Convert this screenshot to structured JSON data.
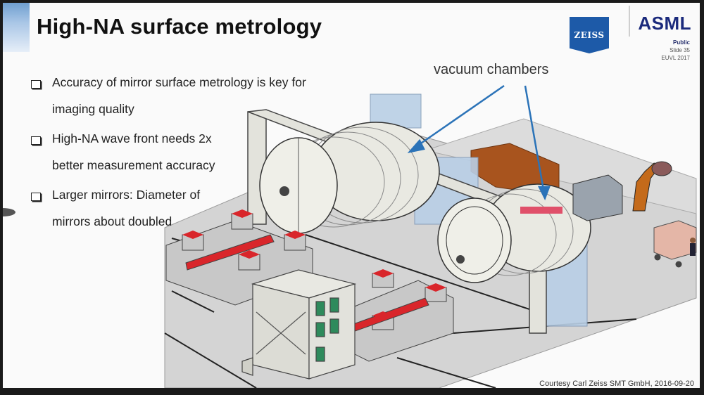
{
  "slide": {
    "title": "High-NA surface metrology",
    "logos": {
      "zeiss": "ZEISS",
      "asml": "ASML"
    },
    "meta": {
      "classification": "Public",
      "slide_number": "Slide 35",
      "conference": "EUVL 2017"
    },
    "bullets": [
      {
        "line1": "Accuracy of mirror surface metrology is key for",
        "line2": "imaging quality"
      },
      {
        "line1": "High-NA wave front needs 2x",
        "line2": "better measurement accuracy"
      },
      {
        "line1": "Larger mirrors: Diameter of",
        "line2": "mirrors about doubled"
      }
    ],
    "callout": "vacuum chambers",
    "credit": "Courtesy Carl Zeiss SMT GmbH, 2016-09-20",
    "illustration": {
      "description": "Isometric rendering of metrology facility with two vacuum chambers, gantry, cleanroom tower, robot arm and cart",
      "colors": {
        "accent_red": "#d9262b",
        "arrow_blue": "#2b73b8",
        "floor_gray": "#c9c9c9",
        "chamber_white": "#ecece4",
        "glass_blue": "#b9cfe6",
        "wood_orange": "#a8541e"
      }
    }
  }
}
